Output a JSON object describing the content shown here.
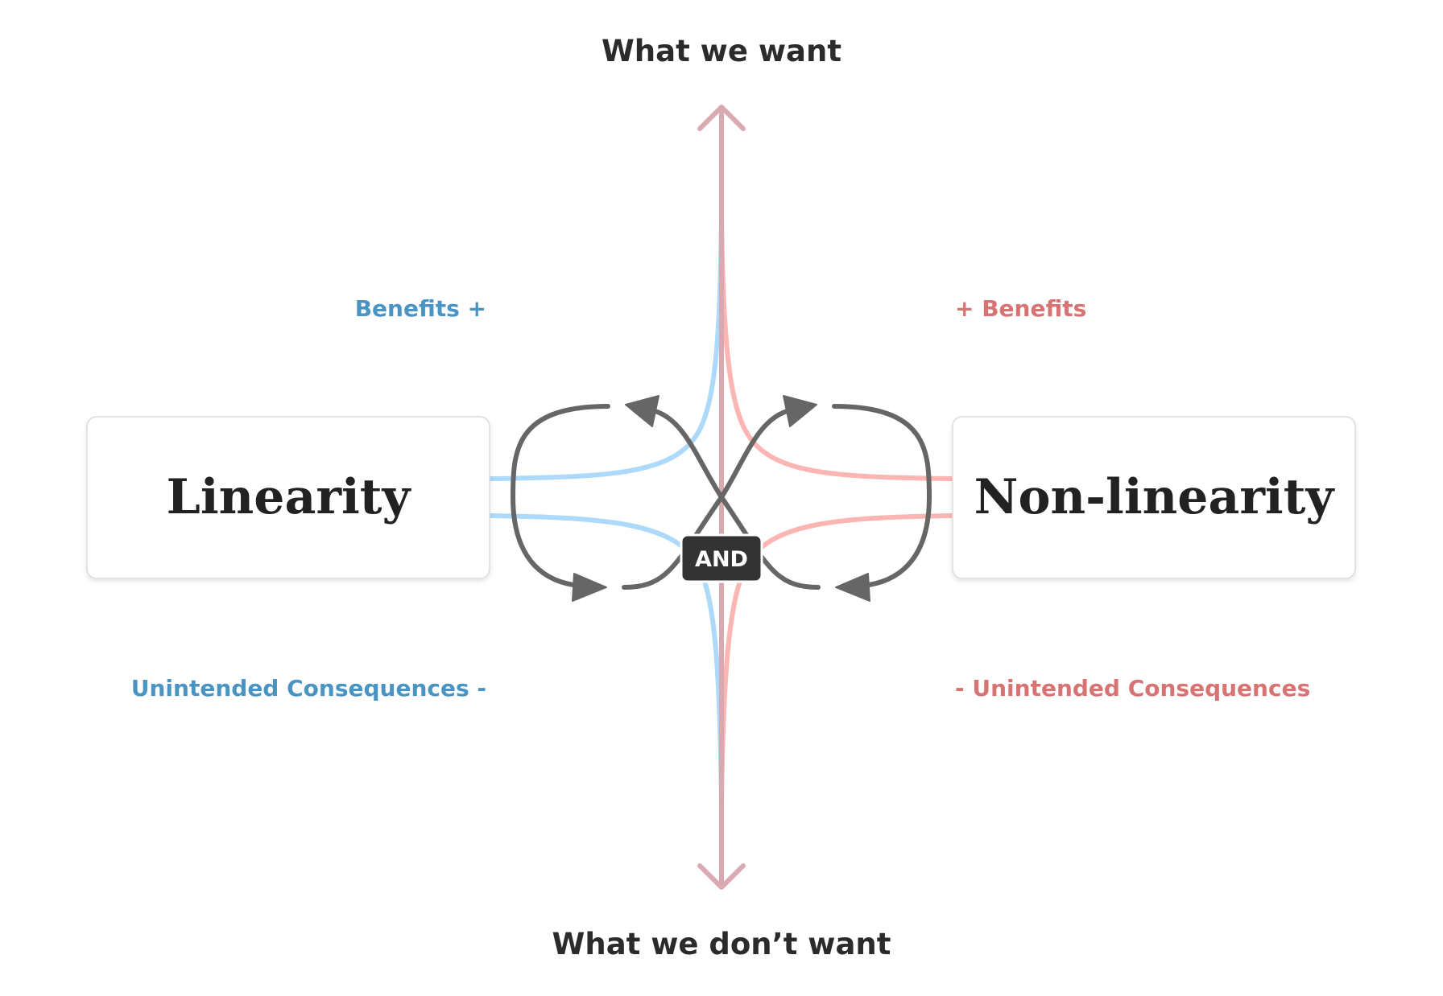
{
  "axis": {
    "top_label": "What we want",
    "bottom_label": "What we don’t want"
  },
  "left": {
    "box_label": "Linearity",
    "benefits_label": "Benefits +",
    "consequences_label": "Unintended Consequences -"
  },
  "right": {
    "box_label": "Non-linearity",
    "benefits_label": "+ Benefits",
    "consequences_label": "- Unintended Consequences"
  },
  "center": {
    "connector_label": "AND"
  },
  "colors": {
    "text_dark": "#2b2b2b",
    "blue_text": "#4a94c4",
    "red_text": "#d77373",
    "blue_line": "#add9fb",
    "red_line": "#fbb6b3",
    "axis_arrow": "#d9a9b2",
    "loop_arrow": "#666666",
    "and_badge": "#333333",
    "box_border": "#dcdcdc"
  }
}
